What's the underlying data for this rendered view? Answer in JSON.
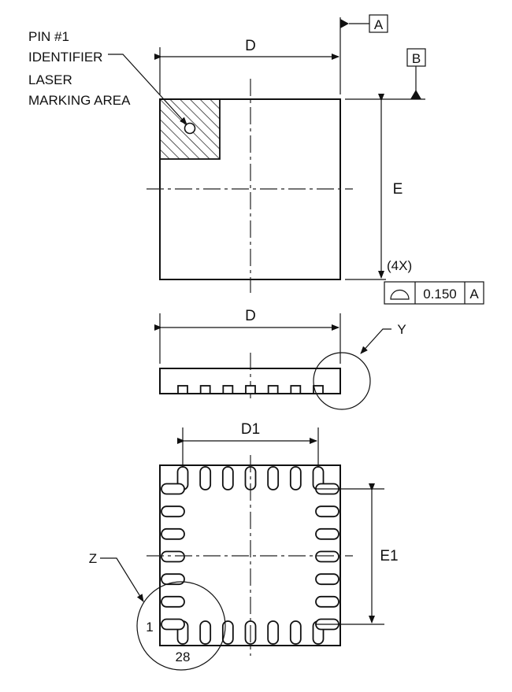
{
  "labels": {
    "pin1_line1": "PIN #1",
    "pin1_line2": "IDENTIFIER",
    "laser_line1": "LASER",
    "laser_line2": "MARKING AREA",
    "datum_a": "A",
    "datum_b": "B",
    "dim_d_top": "D",
    "dim_e": "E",
    "count": "(4X)",
    "tol_value": "0.150",
    "tol_ref": "A",
    "dim_d_side": "D",
    "detail_y": "Y",
    "dim_d1": "D1",
    "dim_e1": "E1",
    "detail_z": "Z",
    "pin_first": "1",
    "pin_last": "28"
  },
  "pins": {
    "per_side": 7
  },
  "colors": {
    "line": "#111111",
    "background": "#ffffff"
  }
}
